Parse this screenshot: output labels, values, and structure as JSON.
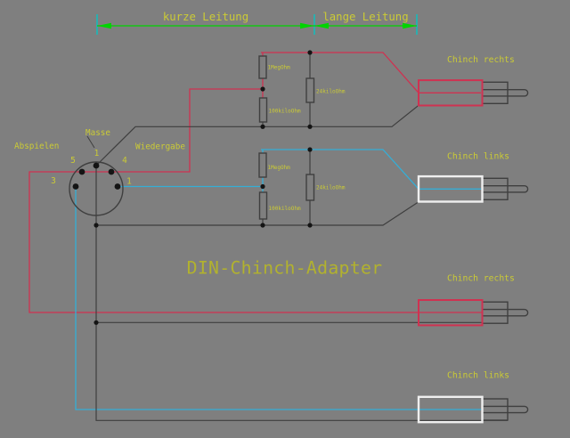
{
  "title": "DIN-Chinch-Adapter",
  "colors": {
    "background": "#7f7f7f",
    "wire_red": "#cf3251",
    "wire_cyan": "#35aed6",
    "wire_dark": "#3f3f3f",
    "tick_cyan": "#00c8c8",
    "dimension_green": "#00d400",
    "label_yellow": "#cbcb35",
    "title_yellow": "#b2b22e",
    "connector_white": "#efefef",
    "dot_black": "#141414"
  },
  "dimension_labels": {
    "short": "kurze Leitung",
    "long": "lange Leitung"
  },
  "din_connector": {
    "label_masse": "Masse",
    "label_abspielen": "Abspielen",
    "label_wiedergabe": "Wiedergabe",
    "pin_top": "1",
    "pin_upper_left": "5",
    "pin_upper_right": "4",
    "pin_left": "3",
    "pin_right": "1"
  },
  "resistors": {
    "upper_r1": "1MegOhm",
    "upper_r2": "100kiloOhm",
    "upper_r3": "24kiloOhm",
    "lower_r1": "1MegOhm",
    "lower_r2": "100kiloOhm",
    "lower_r3": "24kiloOhm"
  },
  "connectors": {
    "c1": "Chinch rechts",
    "c2": "Chinch links",
    "c3": "Chinch rechts",
    "c4": "Chinch links"
  }
}
